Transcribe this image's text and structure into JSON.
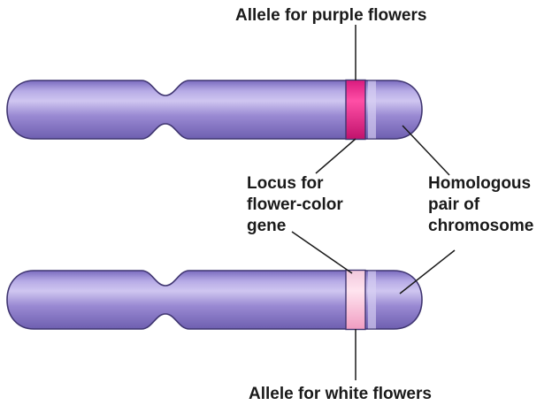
{
  "labels": {
    "allele_purple": "Allele for purple flowers",
    "locus": [
      "Locus for",
      "flower-color",
      "gene"
    ],
    "homologous": [
      "Homologous",
      "pair of",
      "chromosome"
    ],
    "allele_white": "Allele for white flowers"
  },
  "colors": {
    "chromosome_body": "#8f7fcf",
    "chromosome_light": "#c3b8ea",
    "chromosome_dark": "#6f5fb3",
    "purple_allele_band": "#e8158a",
    "white_allele_band": "#f3a5c6",
    "leader_line": "#1a1a1a"
  }
}
